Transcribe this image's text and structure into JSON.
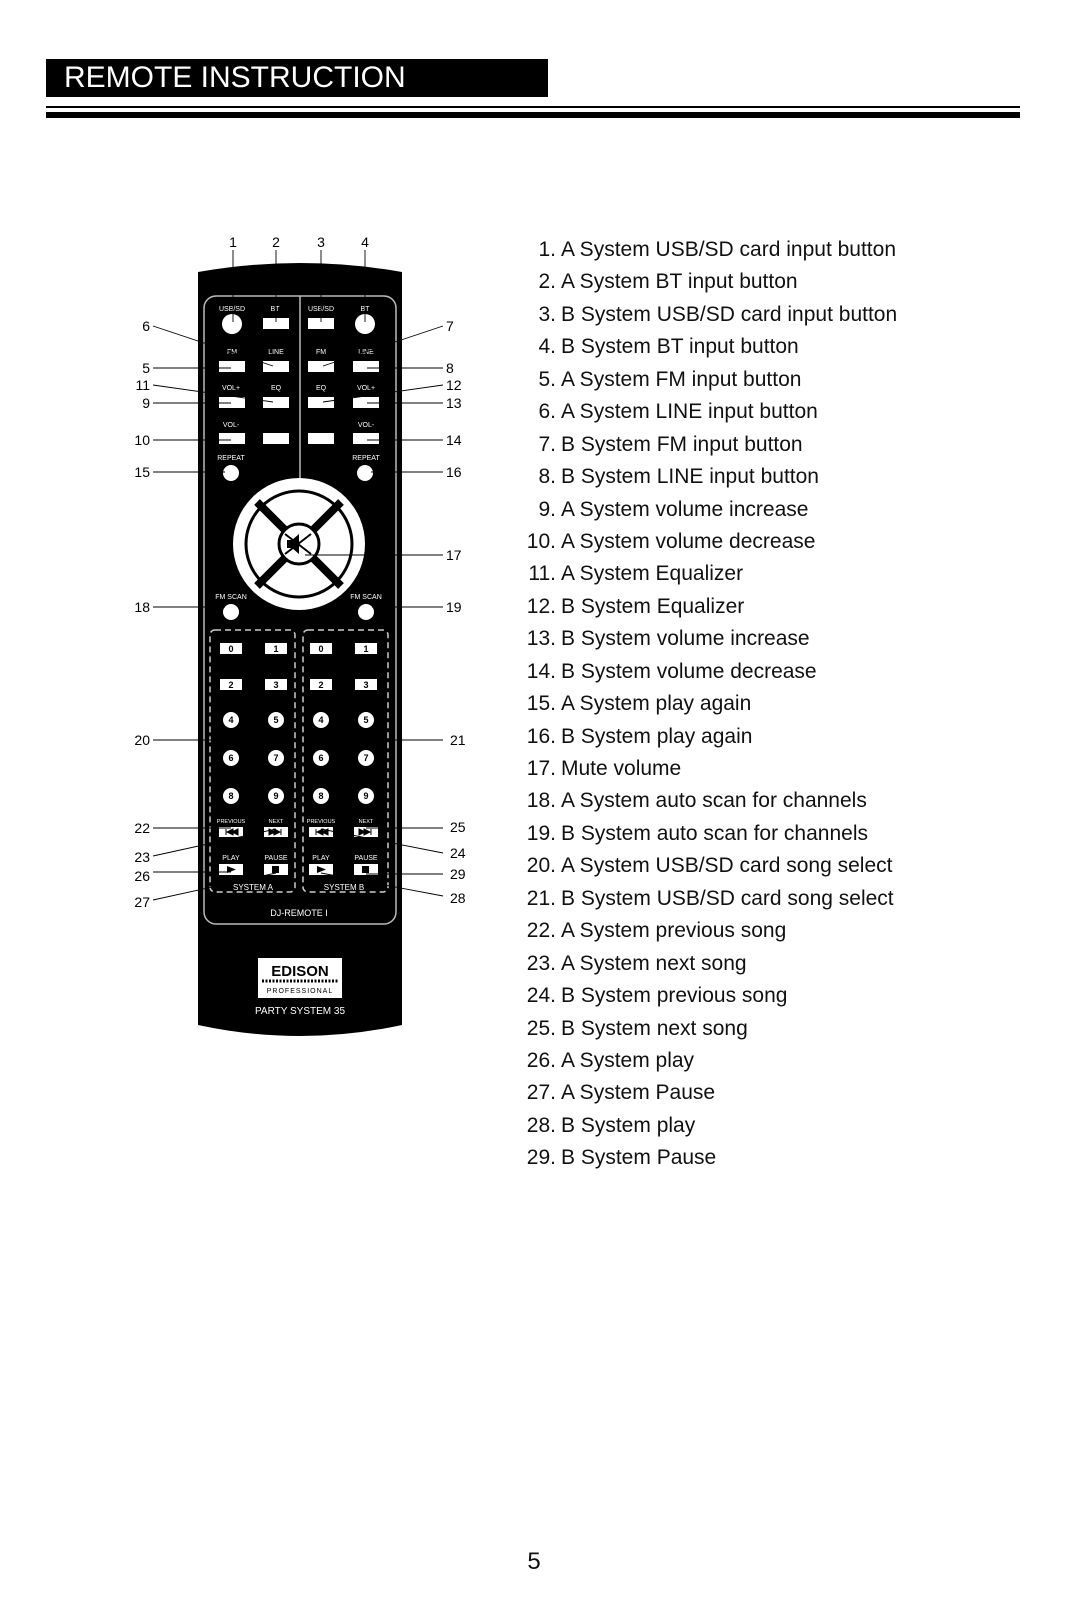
{
  "header": {
    "title": "REMOTE INSTRUCTION"
  },
  "remote": {
    "labels": {
      "usb_sd": "USB/SD",
      "bt": "BT",
      "fm": "FM",
      "line": "LINE",
      "vol_up": "VOL+",
      "vol_down": "VOL-",
      "eq": "EQ",
      "repeat": "REPEAT",
      "fm_scan": "FM SCAN",
      "previous": "PREVIOUS",
      "next": "NEXT",
      "play": "PLAY",
      "pause": "PAUSE",
      "system_a": "SYSTEM A",
      "system_b": "SYSTEM B",
      "model": "DJ-REMOTE I",
      "brand": "EDISON",
      "brand_sub": "PROFESSIONAL",
      "product": "PARTY SYSTEM 35"
    },
    "digits": [
      "0",
      "1",
      "2",
      "3",
      "4",
      "5",
      "6",
      "7",
      "8",
      "9"
    ],
    "callouts": [
      "1",
      "2",
      "3",
      "4",
      "5",
      "6",
      "7",
      "8",
      "9",
      "10",
      "11",
      "12",
      "13",
      "14",
      "15",
      "16",
      "17",
      "18",
      "19",
      "20",
      "21",
      "22",
      "23",
      "24",
      "25",
      "26",
      "27",
      "28",
      "29"
    ]
  },
  "instructions": [
    {
      "num": "1.",
      "text": "A System USB/SD card input button"
    },
    {
      "num": "2.",
      "text": "A System BT input button"
    },
    {
      "num": "3.",
      "text": "B System USB/SD card input button"
    },
    {
      "num": "4.",
      "text": "B System BT input button"
    },
    {
      "num": "5.",
      "text": "A System FM input button"
    },
    {
      "num": "6.",
      "text": "A System LINE input button"
    },
    {
      "num": "7.",
      "text": "B System FM input button"
    },
    {
      "num": "8.",
      "text": "B System LINE input button"
    },
    {
      "num": "9.",
      "text": "A System volume increase"
    },
    {
      "num": "10.",
      "text": "A System volume decrease"
    },
    {
      "num": "11.",
      "text": "A System Equalizer"
    },
    {
      "num": "12.",
      "text": "B System Equalizer"
    },
    {
      "num": "13.",
      "text": "B System volume increase"
    },
    {
      "num": "14.",
      "text": "B System volume decrease"
    },
    {
      "num": "15.",
      "text": "A System play again"
    },
    {
      "num": "16.",
      "text": "B System play again"
    },
    {
      "num": "17.",
      "text": "Mute volume"
    },
    {
      "num": "18.",
      "text": "A System auto scan for channels"
    },
    {
      "num": "19.",
      "text": "B System auto scan for channels"
    },
    {
      "num": "20.",
      "text": "A System USB/SD card song select"
    },
    {
      "num": "21.",
      "text": "B System USB/SD card song select"
    },
    {
      "num": "22.",
      "text": "A System previous song"
    },
    {
      "num": "23.",
      "text": "A System next song"
    },
    {
      "num": "24.",
      "text": "B System previous song"
    },
    {
      "num": "25.",
      "text": "B System next song"
    },
    {
      "num": "26.",
      "text": "A System play"
    },
    {
      "num": "27.",
      "text": "A System Pause"
    },
    {
      "num": "28.",
      "text": "B System play"
    },
    {
      "num": "29.",
      "text": "B System Pause"
    }
  ],
  "footer": {
    "page_number": "5"
  }
}
